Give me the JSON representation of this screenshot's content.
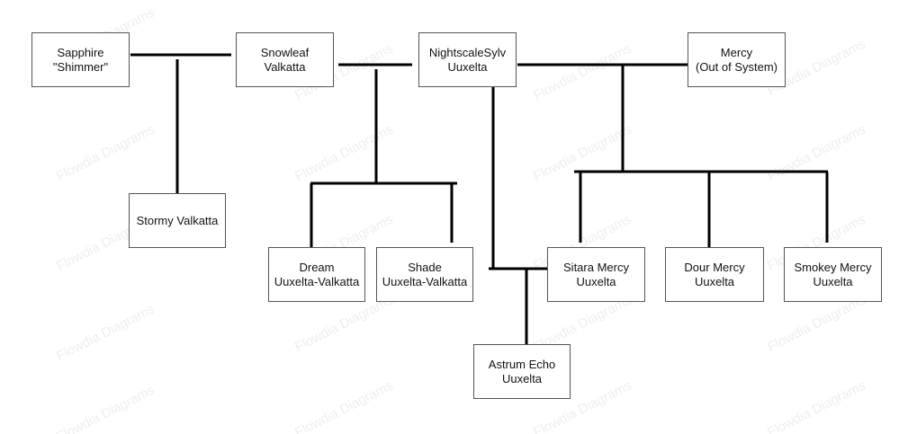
{
  "diagram": {
    "watermark_text": "Flowdia Diagrams",
    "line_color": "#000000",
    "node_border_color": "#555555",
    "nodes": {
      "sapphire": {
        "line1": "Sapphire",
        "line2": "\"Shimmer\""
      },
      "snowleaf": {
        "line1": "Snowleaf",
        "line2": "Valkatta"
      },
      "nightscale": {
        "line1": "NightscaleSylv",
        "line2": "Uuxelta"
      },
      "mercy": {
        "line1": "Mercy",
        "line2": "(Out of System)"
      },
      "stormy": {
        "line1": "Stormy Valkatta"
      },
      "dream": {
        "line1": "Dream",
        "line2": "Uuxelta-Valkatta"
      },
      "shade": {
        "line1": "Shade",
        "line2": "Uuxelta-Valkatta"
      },
      "sitara": {
        "line1": "Sitara Mercy",
        "line2": "Uuxelta"
      },
      "dour": {
        "line1": "Dour Mercy",
        "line2": "Uuxelta"
      },
      "smokey": {
        "line1": "Smokey Mercy",
        "line2": "Uuxelta"
      },
      "astrum": {
        "line1": "Astrum Echo",
        "line2": "Uuxelta"
      }
    }
  }
}
